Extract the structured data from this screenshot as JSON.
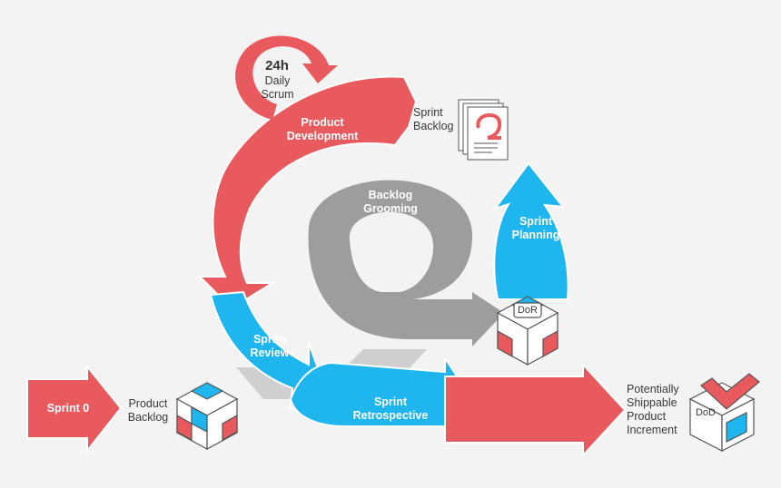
{
  "labels": {
    "daily_hours": "24h",
    "daily_scrum": "Daily\nScrum",
    "product_development": "Product\nDevelopment",
    "sprint_backlog": "Sprint\nBacklog",
    "backlog_grooming": "Backlog\nGrooming",
    "sprint_planning": "Sprint\nPlanning",
    "sprint_review": "Sprint\nReview",
    "sprint_retrospective": "Sprint\nRetrospective",
    "sprint_0": "Sprint 0",
    "product_backlog": "Product\nBacklog",
    "potentially_shippable": "Potentially\nShippable\nProduct\nIncrement",
    "dor": "DoR",
    "dod": "DoD"
  },
  "colors": {
    "red": "#e85a5e",
    "blue": "#1fb6f0",
    "grey": "#9b9b9b",
    "light_grey": "#c9c9c9",
    "outline": "#555555",
    "background": "#f3f3f3"
  }
}
